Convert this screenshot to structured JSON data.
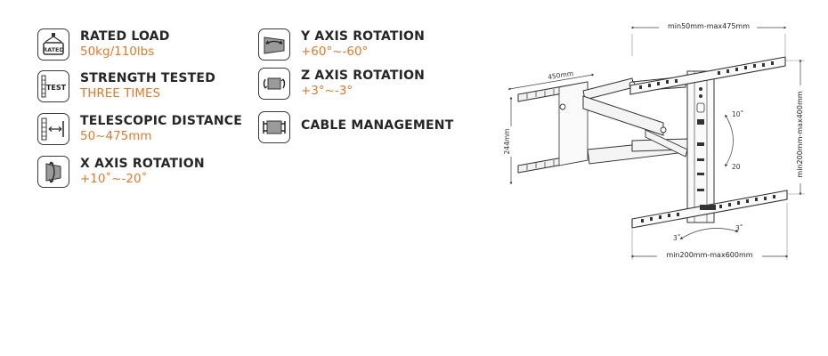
{
  "features": {
    "rated_load": {
      "title": "RATED LOAD",
      "value": "50kg/110lbs",
      "icon": "weight-icon",
      "icon_text": "RATED"
    },
    "strength_tested": {
      "title": "STRENGTH TESTED",
      "value": "THREE TIMES",
      "icon": "test-icon",
      "icon_text": "TEST"
    },
    "telescopic_distance": {
      "title": "TELESCOPIC DISTANCE",
      "value": "50~475mm",
      "icon": "telescopic-icon"
    },
    "x_axis_rotation": {
      "title": "X AXIS ROTATION",
      "value": "+10˚~-20˚",
      "icon": "tilt-icon"
    },
    "y_axis_rotation": {
      "title": "Y AXIS ROTATION",
      "value": "+60°~-60°",
      "icon": "swivel-icon"
    },
    "z_axis_rotation": {
      "title": "Z AXIS ROTATION",
      "value": "+3°~-3°",
      "icon": "level-icon"
    },
    "cable_management": {
      "title": "CABLE MANAGEMENT",
      "icon": "cable-icon"
    }
  },
  "diagram": {
    "top_dimension": "min50mm-max475mm",
    "arm_width": "450mm",
    "wall_plate_height": "244mm",
    "vertical_dimension": "min200mm-max400mm",
    "bottom_dimension": "min200mm-max600mm",
    "tilt_up": "10˚",
    "tilt_down": "20",
    "level_left": "3˚",
    "level_right": "3˚"
  }
}
